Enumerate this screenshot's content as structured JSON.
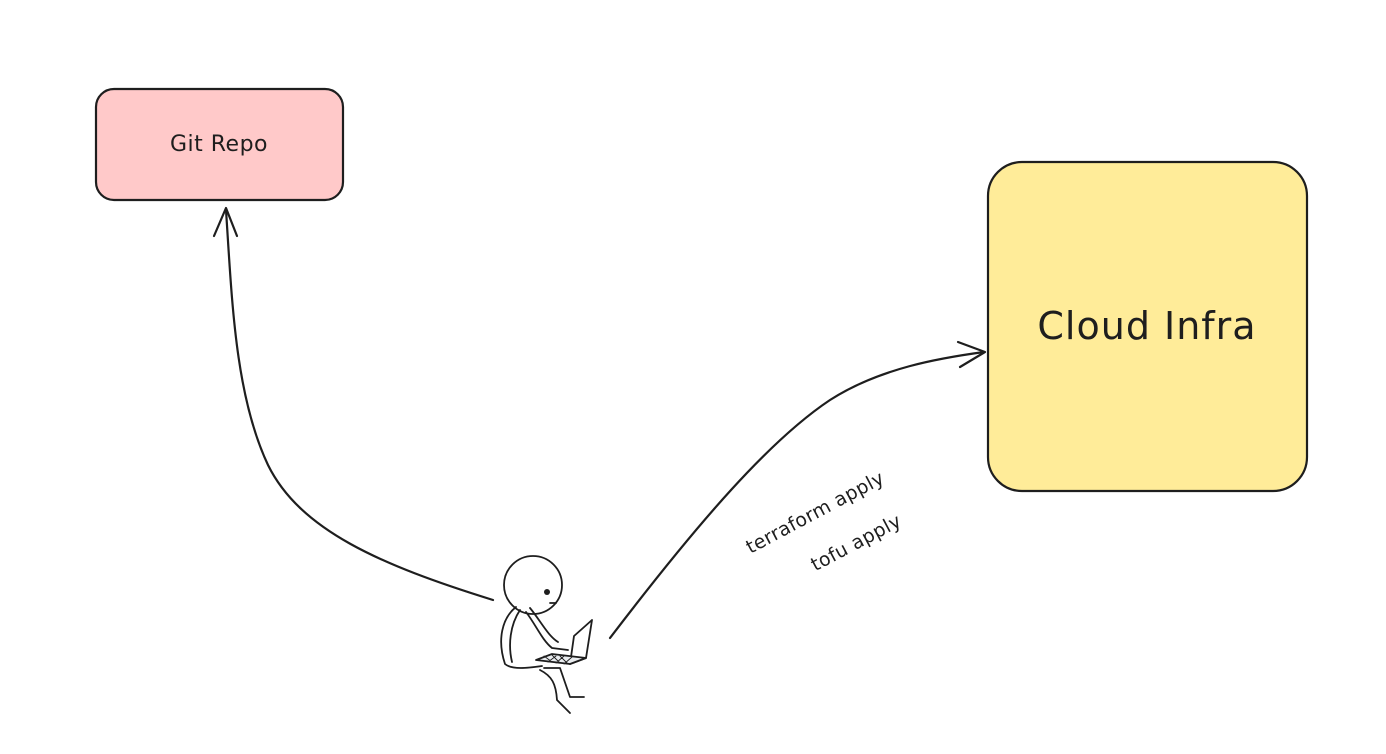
{
  "nodes": {
    "git_repo": {
      "label": "Git Repo",
      "fill": "#ffc9c9"
    },
    "cloud_infra": {
      "label": "Cloud Infra",
      "fill": "#ffec99"
    }
  },
  "edges": {
    "to_cloud": {
      "labels": [
        "terraform apply",
        "tofu apply"
      ]
    }
  },
  "colors": {
    "stroke": "#1e1e1e",
    "background": "#ffffff"
  },
  "icons": {
    "person": "person-with-laptop-icon"
  }
}
